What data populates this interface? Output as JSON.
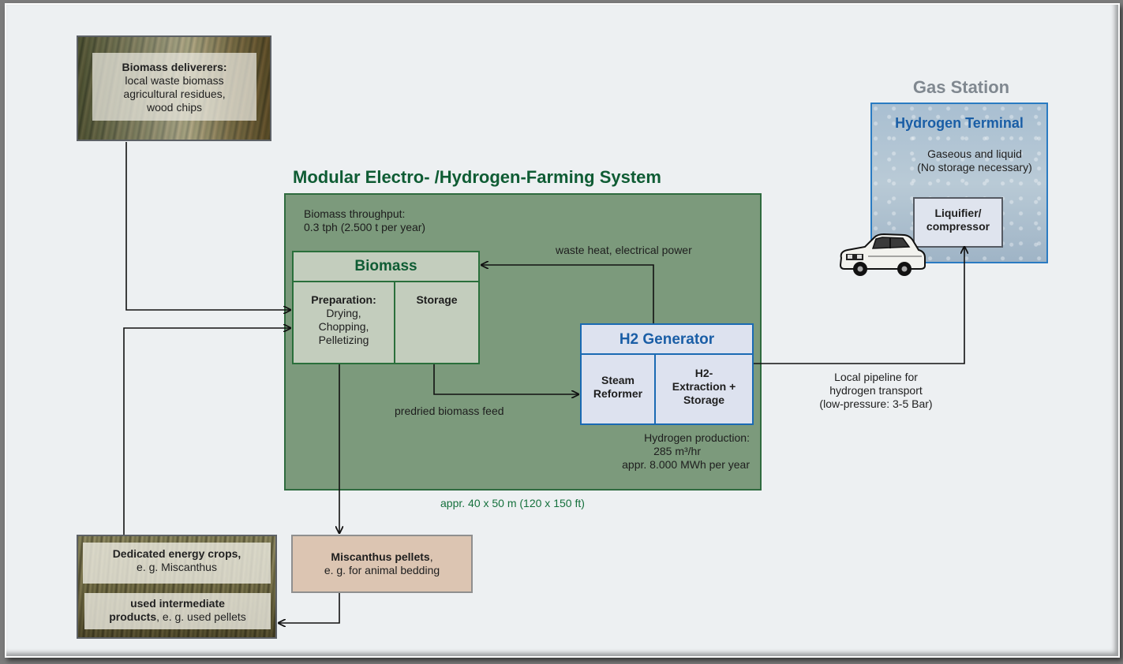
{
  "deliverers": {
    "title": "Biomass deliverers:",
    "lines": [
      "local waste biomass",
      "agricultural residues,",
      "wood chips"
    ]
  },
  "system": {
    "title": "Modular Electro- /Hydrogen-Farming System",
    "throughput_line1": "Biomass throughput:",
    "throughput_line2": "0.3 tph (2.500 t per year)",
    "footprint": "appr. 40 x 50 m (120 x 150 ft)"
  },
  "biomass": {
    "header": "Biomass",
    "prep_title": "Preparation:",
    "prep_lines": [
      "Drying,",
      "Chopping,",
      "Pelletizing"
    ],
    "storage": "Storage"
  },
  "h2_generator": {
    "header": "H2 Generator",
    "reformer_lines": [
      "Steam",
      "Reformer"
    ],
    "extraction_lines": [
      "H2-",
      "Extraction +",
      "Storage"
    ],
    "production_lines": [
      "Hydrogen production:",
      "285 m³/hr",
      "appr. 8.000 MWh per year"
    ]
  },
  "flows": {
    "waste_heat": "waste heat, electrical power",
    "predried": "predried biomass feed",
    "pipeline_lines": [
      "Local pipeline for",
      "hydrogen transport",
      "(low-pressure: 3-5 Bar)"
    ]
  },
  "gas_station": {
    "title": "Gas Station",
    "terminal": "Hydrogen Terminal",
    "desc_lines": [
      "Gaseous and liquid",
      "(No storage necessary)"
    ],
    "liquifier_lines": [
      "Liquifier/",
      "compressor"
    ]
  },
  "energy_crops": {
    "title": "Dedicated energy crops,",
    "example": "e. g. Miscanthus",
    "used_title1": "used intermediate",
    "used_title2": "products",
    "used_rest": ", e. g. used pellets"
  },
  "pellets": {
    "title": "Miscanthus pellets",
    "title_suffix": ",",
    "line2": "e. g. for animal bedding"
  },
  "colors": {
    "system_fill": "#7c9a7c",
    "system_border": "#2f6b3f",
    "title_green": "#0f5c34",
    "h2_blue": "#1a5ea6",
    "gas_station_gray": "#808890"
  }
}
